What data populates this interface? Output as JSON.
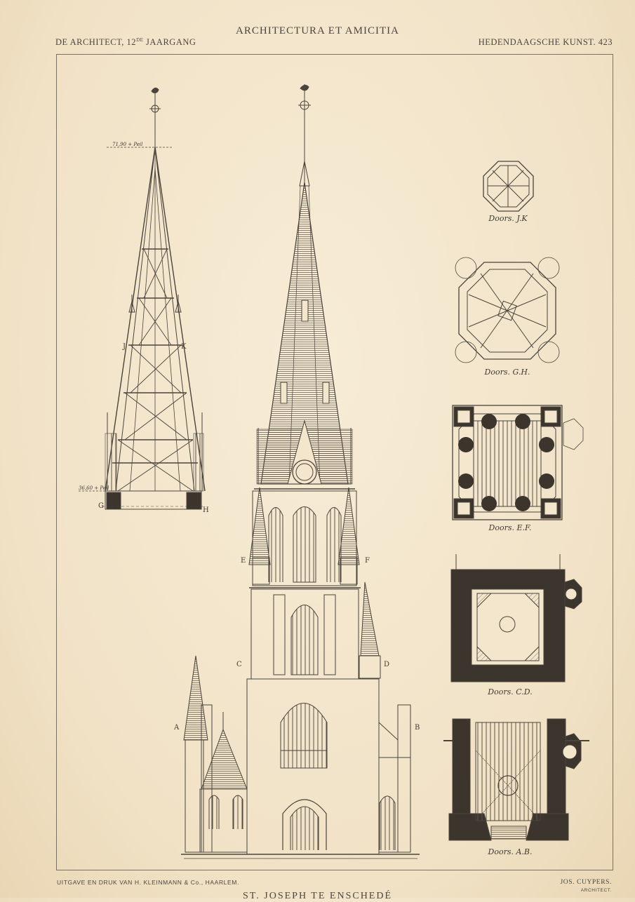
{
  "header": {
    "journal_title": "ARCHITECTURA ET AMICITIA",
    "left_running_head": "DE ARCHITECT, 12",
    "left_superscript": "DE",
    "left_running_tail": " JAARGANG",
    "right_running_head": "HEDENDAAGSCHE KUNST. 423"
  },
  "drawings": {
    "spire_section": {
      "level_top_note": "71,90 + Peil",
      "level_base_note": "36,60 + Peil",
      "labels": [
        "J",
        "K",
        "G",
        "H"
      ]
    },
    "front_elevation": {
      "labels": [
        "E",
        "F",
        "C",
        "D",
        "A",
        "B"
      ]
    },
    "plans": [
      {
        "caption": "Doors. J.K"
      },
      {
        "caption": "Doors. G.H."
      },
      {
        "caption": "Doors. E.F."
      },
      {
        "caption": "Doors. C.D."
      },
      {
        "caption": "Doors. A.B."
      }
    ]
  },
  "footer": {
    "publisher": "UITGAVE EN DRUK VAN H. KLEINMANN & Co., HAARLEM.",
    "architect_name": "JOS. CUYPERS.",
    "architect_role": "ARCHITECT.",
    "plate_title": "ST. JOSEPH TE ENSCHEDÉ"
  },
  "colors": {
    "paper": "#f3e6cc",
    "ink": "#4a443c",
    "dark_fill": "#3b352e"
  }
}
